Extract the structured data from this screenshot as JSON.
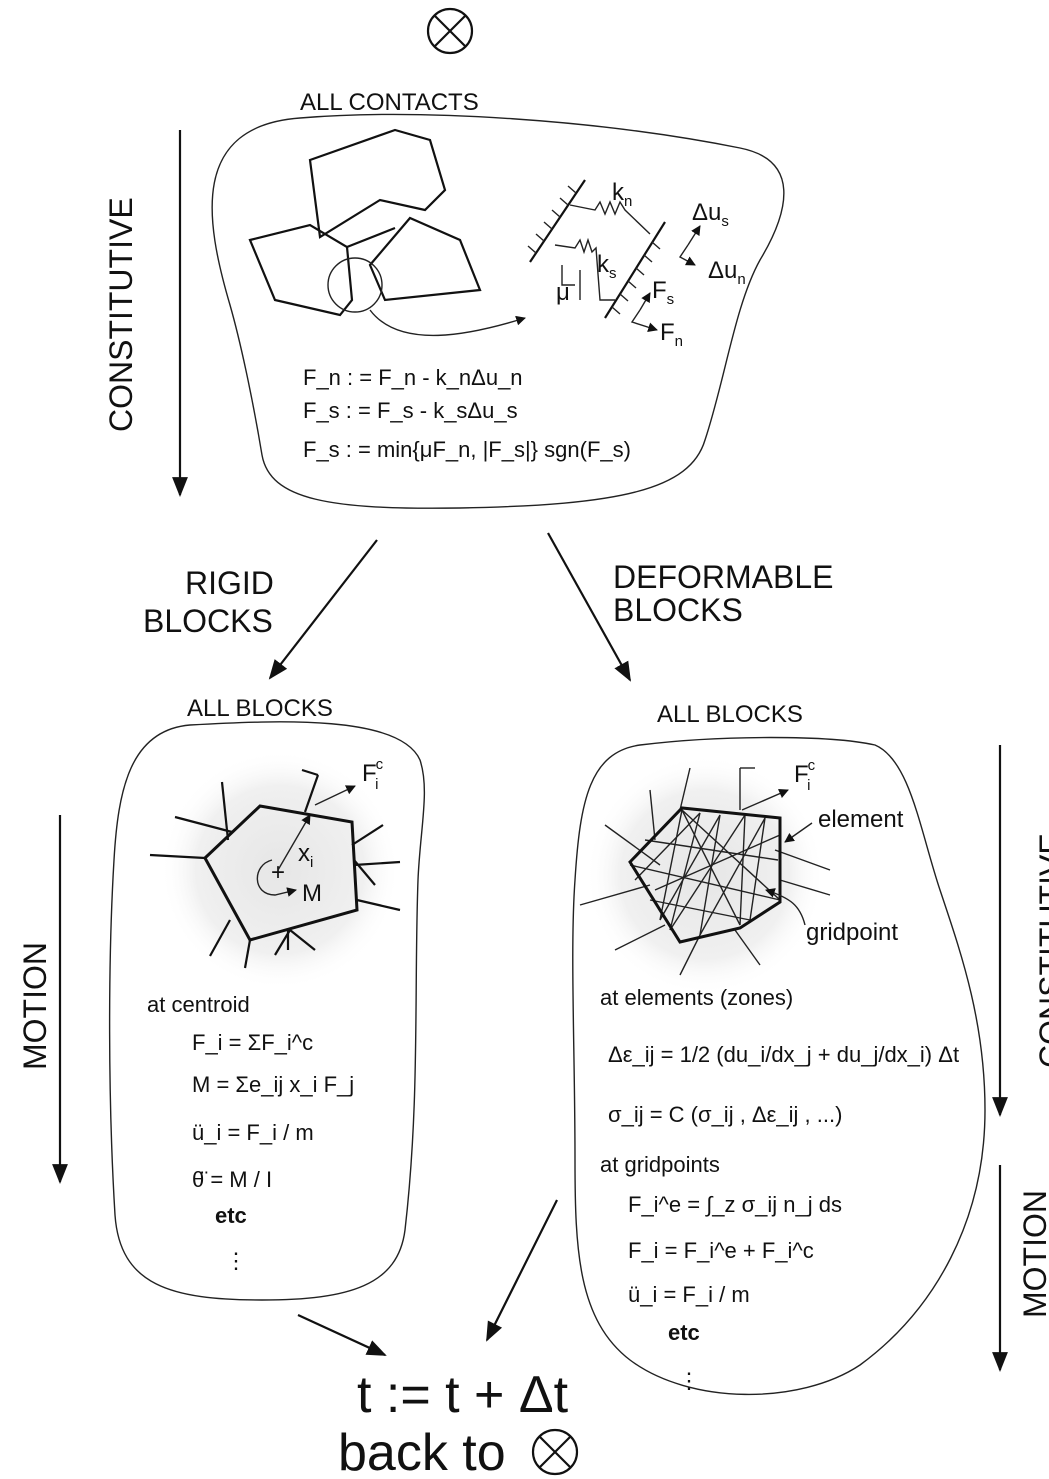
{
  "symbols": {
    "cycle_marker": "⊗"
  },
  "contacts": {
    "title": "ALL CONTACTS",
    "side_label": "CONSTITUTIVE",
    "spring_kn": "k",
    "spring_kn_sub": "n",
    "spring_ks": "k",
    "spring_ks_sub": "s",
    "friction": "μ",
    "du_s": "Δu",
    "du_s_sub": "s",
    "du_n": "Δu",
    "du_n_sub": "n",
    "force_s": "F",
    "force_s_sub": "s",
    "force_n": "F",
    "force_n_sub": "n",
    "equations": [
      "F_n : = F_n - k_nΔu_n",
      "F_s : = F_s - k_sΔu_s",
      "F_s : = min{μF_n, |F_s|} sgn(F_s)"
    ]
  },
  "branches": {
    "rigid_line1": "RIGID",
    "rigid_line2": "BLOCKS",
    "deformable_line1": "DEFORMABLE",
    "deformable_line2": "BLOCKS"
  },
  "rigid": {
    "title": "ALL BLOCKS",
    "side_label": "MOTION",
    "contact_force": "F",
    "contact_force_sub": "i",
    "contact_force_sup": "c",
    "position": "x",
    "position_sub": "i",
    "moment": "M",
    "heading": "at centroid",
    "equations": [
      "F_i = ΣF_i^c",
      "M = Σe_ij x_i F_j",
      "ü_i = F_i / m",
      "θ̈ = M / I"
    ],
    "etc": "etc",
    "dots": "⋮"
  },
  "deformable": {
    "title": "ALL BLOCKS",
    "side_label_top": "CONSTITUTIVE",
    "side_label_bottom": "MOTION",
    "contact_force": "F",
    "contact_force_sub": "i",
    "contact_force_sup": "c",
    "element_label": "element",
    "gridpoint_label": "gridpoint",
    "heading_elements": "at elements (zones)",
    "heading_gridpoints": "at gridpoints",
    "strain_eq": "Δε_ij = 1/2 (du_i/dx_j + du_j/dx_i) Δt",
    "stress_eq": "σ_ij = C (σ_ij , Δε_ij , ...)",
    "grid_equations": [
      "F_i^e = ∫_z σ_ij n_j ds",
      "F_i = F_i^e + F_i^c",
      "ü_i = F_i / m"
    ],
    "etc": "etc",
    "dots": "⋮"
  },
  "update": {
    "line1": "t := t + Δt",
    "line2": "back to"
  }
}
